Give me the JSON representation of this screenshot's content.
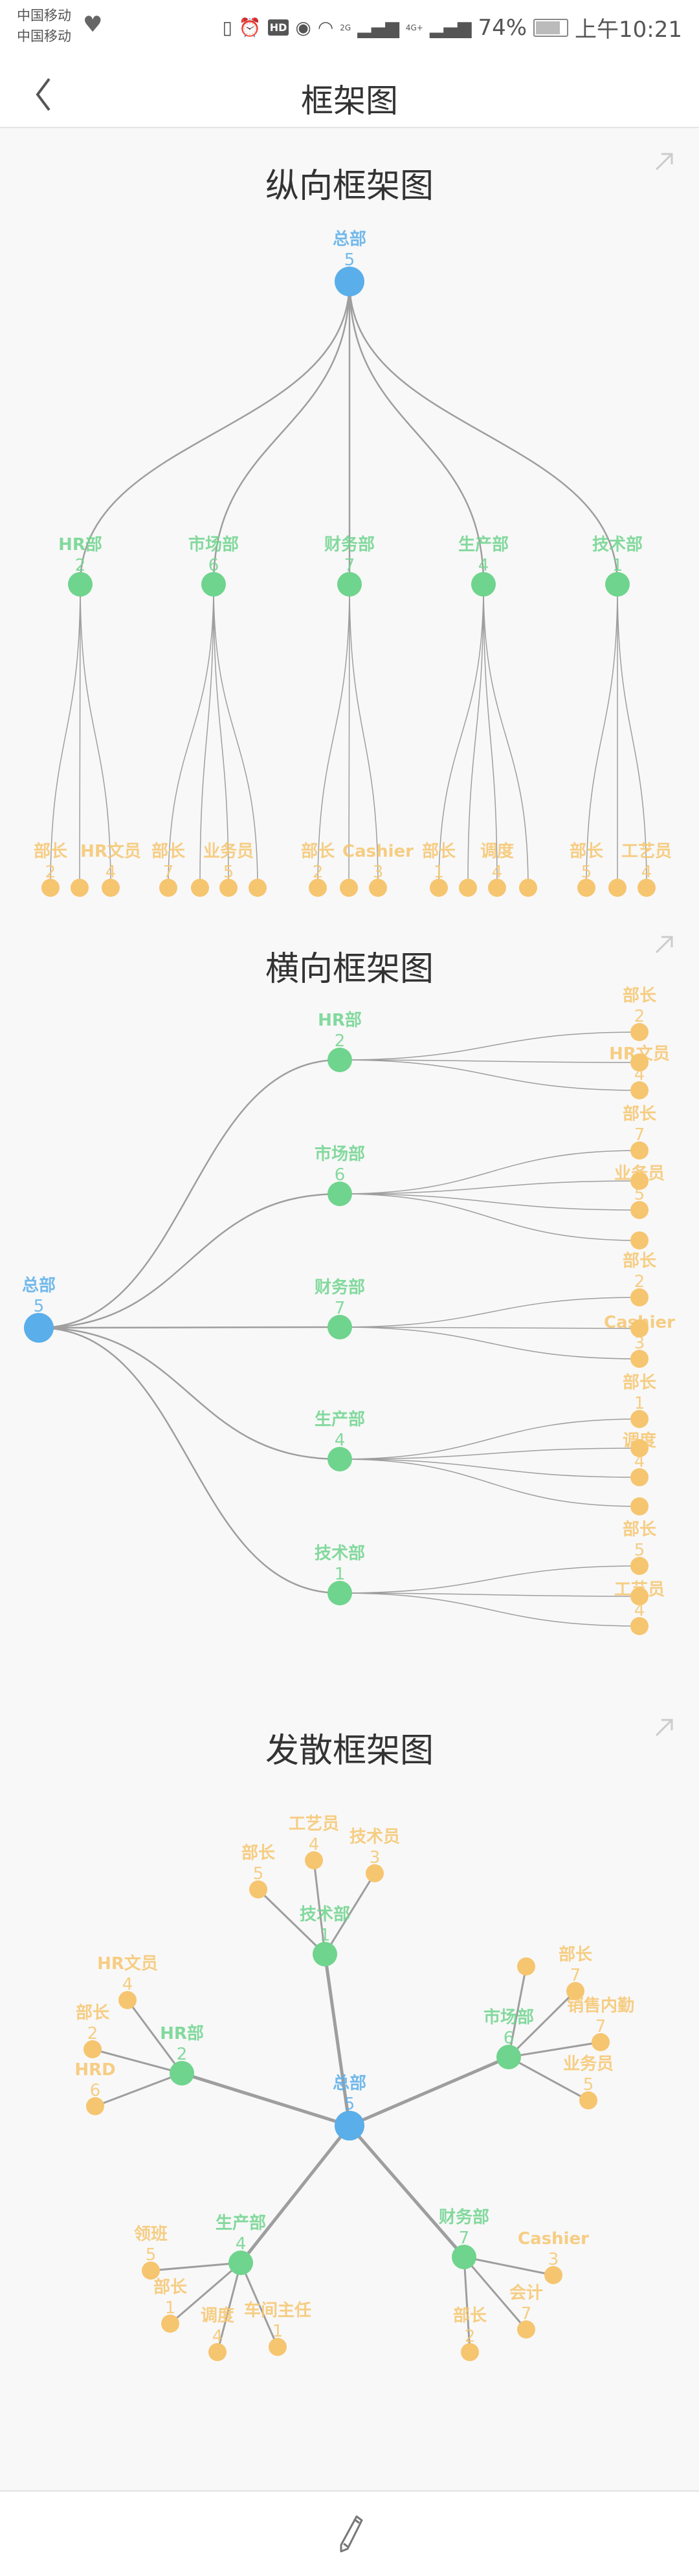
{
  "status_bar": {
    "carrier_1": "中国移动",
    "carrier_2": "中国移动",
    "hd_badge": "HD",
    "signal_1_tag": "2G",
    "signal_2_tag": "4G+",
    "battery": "74%",
    "time": "上午10:21"
  },
  "header": {
    "title": "框架图"
  },
  "colors": {
    "root": "#5aaee9",
    "dept": "#6fd48d",
    "leaf": "#f6c56f",
    "link": "#9e9e9e"
  },
  "sections": [
    {
      "title": "纵向框架图"
    },
    {
      "title": "横向框架图"
    },
    {
      "title": "发散框架图"
    }
  ],
  "tree": {
    "name": "总部",
    "value": "5",
    "children": [
      {
        "name": "HR部",
        "value": "2",
        "children": [
          {
            "name": "部长",
            "value": "2"
          },
          {
            "name": "HRD",
            "value": "6"
          },
          {
            "name": "HR文员",
            "value": "4"
          }
        ]
      },
      {
        "name": "市场部",
        "value": "6",
        "children": [
          {
            "name": "部长",
            "value": "7"
          },
          {
            "name": "销售内勤",
            "value": "7"
          },
          {
            "name": "业务员",
            "value": "5"
          },
          {
            "name": null,
            "value": null
          }
        ]
      },
      {
        "name": "财务部",
        "value": "7",
        "children": [
          {
            "name": "部长",
            "value": "2"
          },
          {
            "name": "会计",
            "value": "7"
          },
          {
            "name": "Cashier",
            "value": "3"
          }
        ]
      },
      {
        "name": "生产部",
        "value": "4",
        "children": [
          {
            "name": "部长",
            "value": "1"
          },
          {
            "name": "领班",
            "value": "5"
          },
          {
            "name": "调度",
            "value": "4"
          },
          {
            "name": "车间主任",
            "value": "1"
          }
        ]
      },
      {
        "name": "技术部",
        "value": "1",
        "children": [
          {
            "name": "部长",
            "value": "5"
          },
          {
            "name": "技术员",
            "value": "3"
          },
          {
            "name": "工艺员",
            "value": "4"
          }
        ]
      }
    ]
  }
}
